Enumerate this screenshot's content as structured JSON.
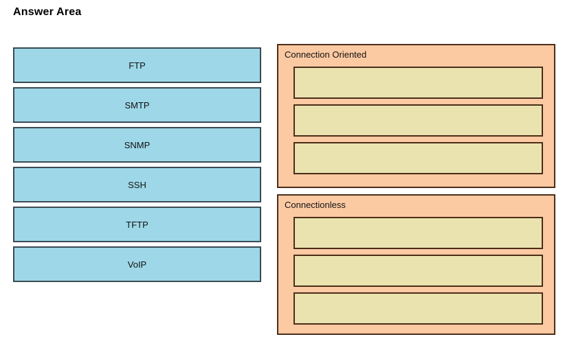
{
  "page": {
    "title": "Answer Area",
    "colors": {
      "item_fill": "#9ed8e8",
      "item_border": "#3a4a52",
      "panel_fill": "#fbc9a2",
      "panel_border": "#4a2d18",
      "slot_fill": "#eae3b0",
      "slot_border": "#4a2d18",
      "background": "#ffffff",
      "text": "#111111"
    }
  },
  "source_list": {
    "name": "protocol-tokens",
    "items": [
      {
        "label": "FTP"
      },
      {
        "label": "SMTP"
      },
      {
        "label": "SNMP"
      },
      {
        "label": "SSH"
      },
      {
        "label": "TFTP"
      },
      {
        "label": "VoIP"
      }
    ]
  },
  "drop_panels": [
    {
      "title": "Connection Oriented",
      "slots": [
        {
          "value": ""
        },
        {
          "value": ""
        },
        {
          "value": ""
        }
      ]
    },
    {
      "title": "Connectionless",
      "slots": [
        {
          "value": ""
        },
        {
          "value": ""
        },
        {
          "value": ""
        }
      ]
    }
  ]
}
